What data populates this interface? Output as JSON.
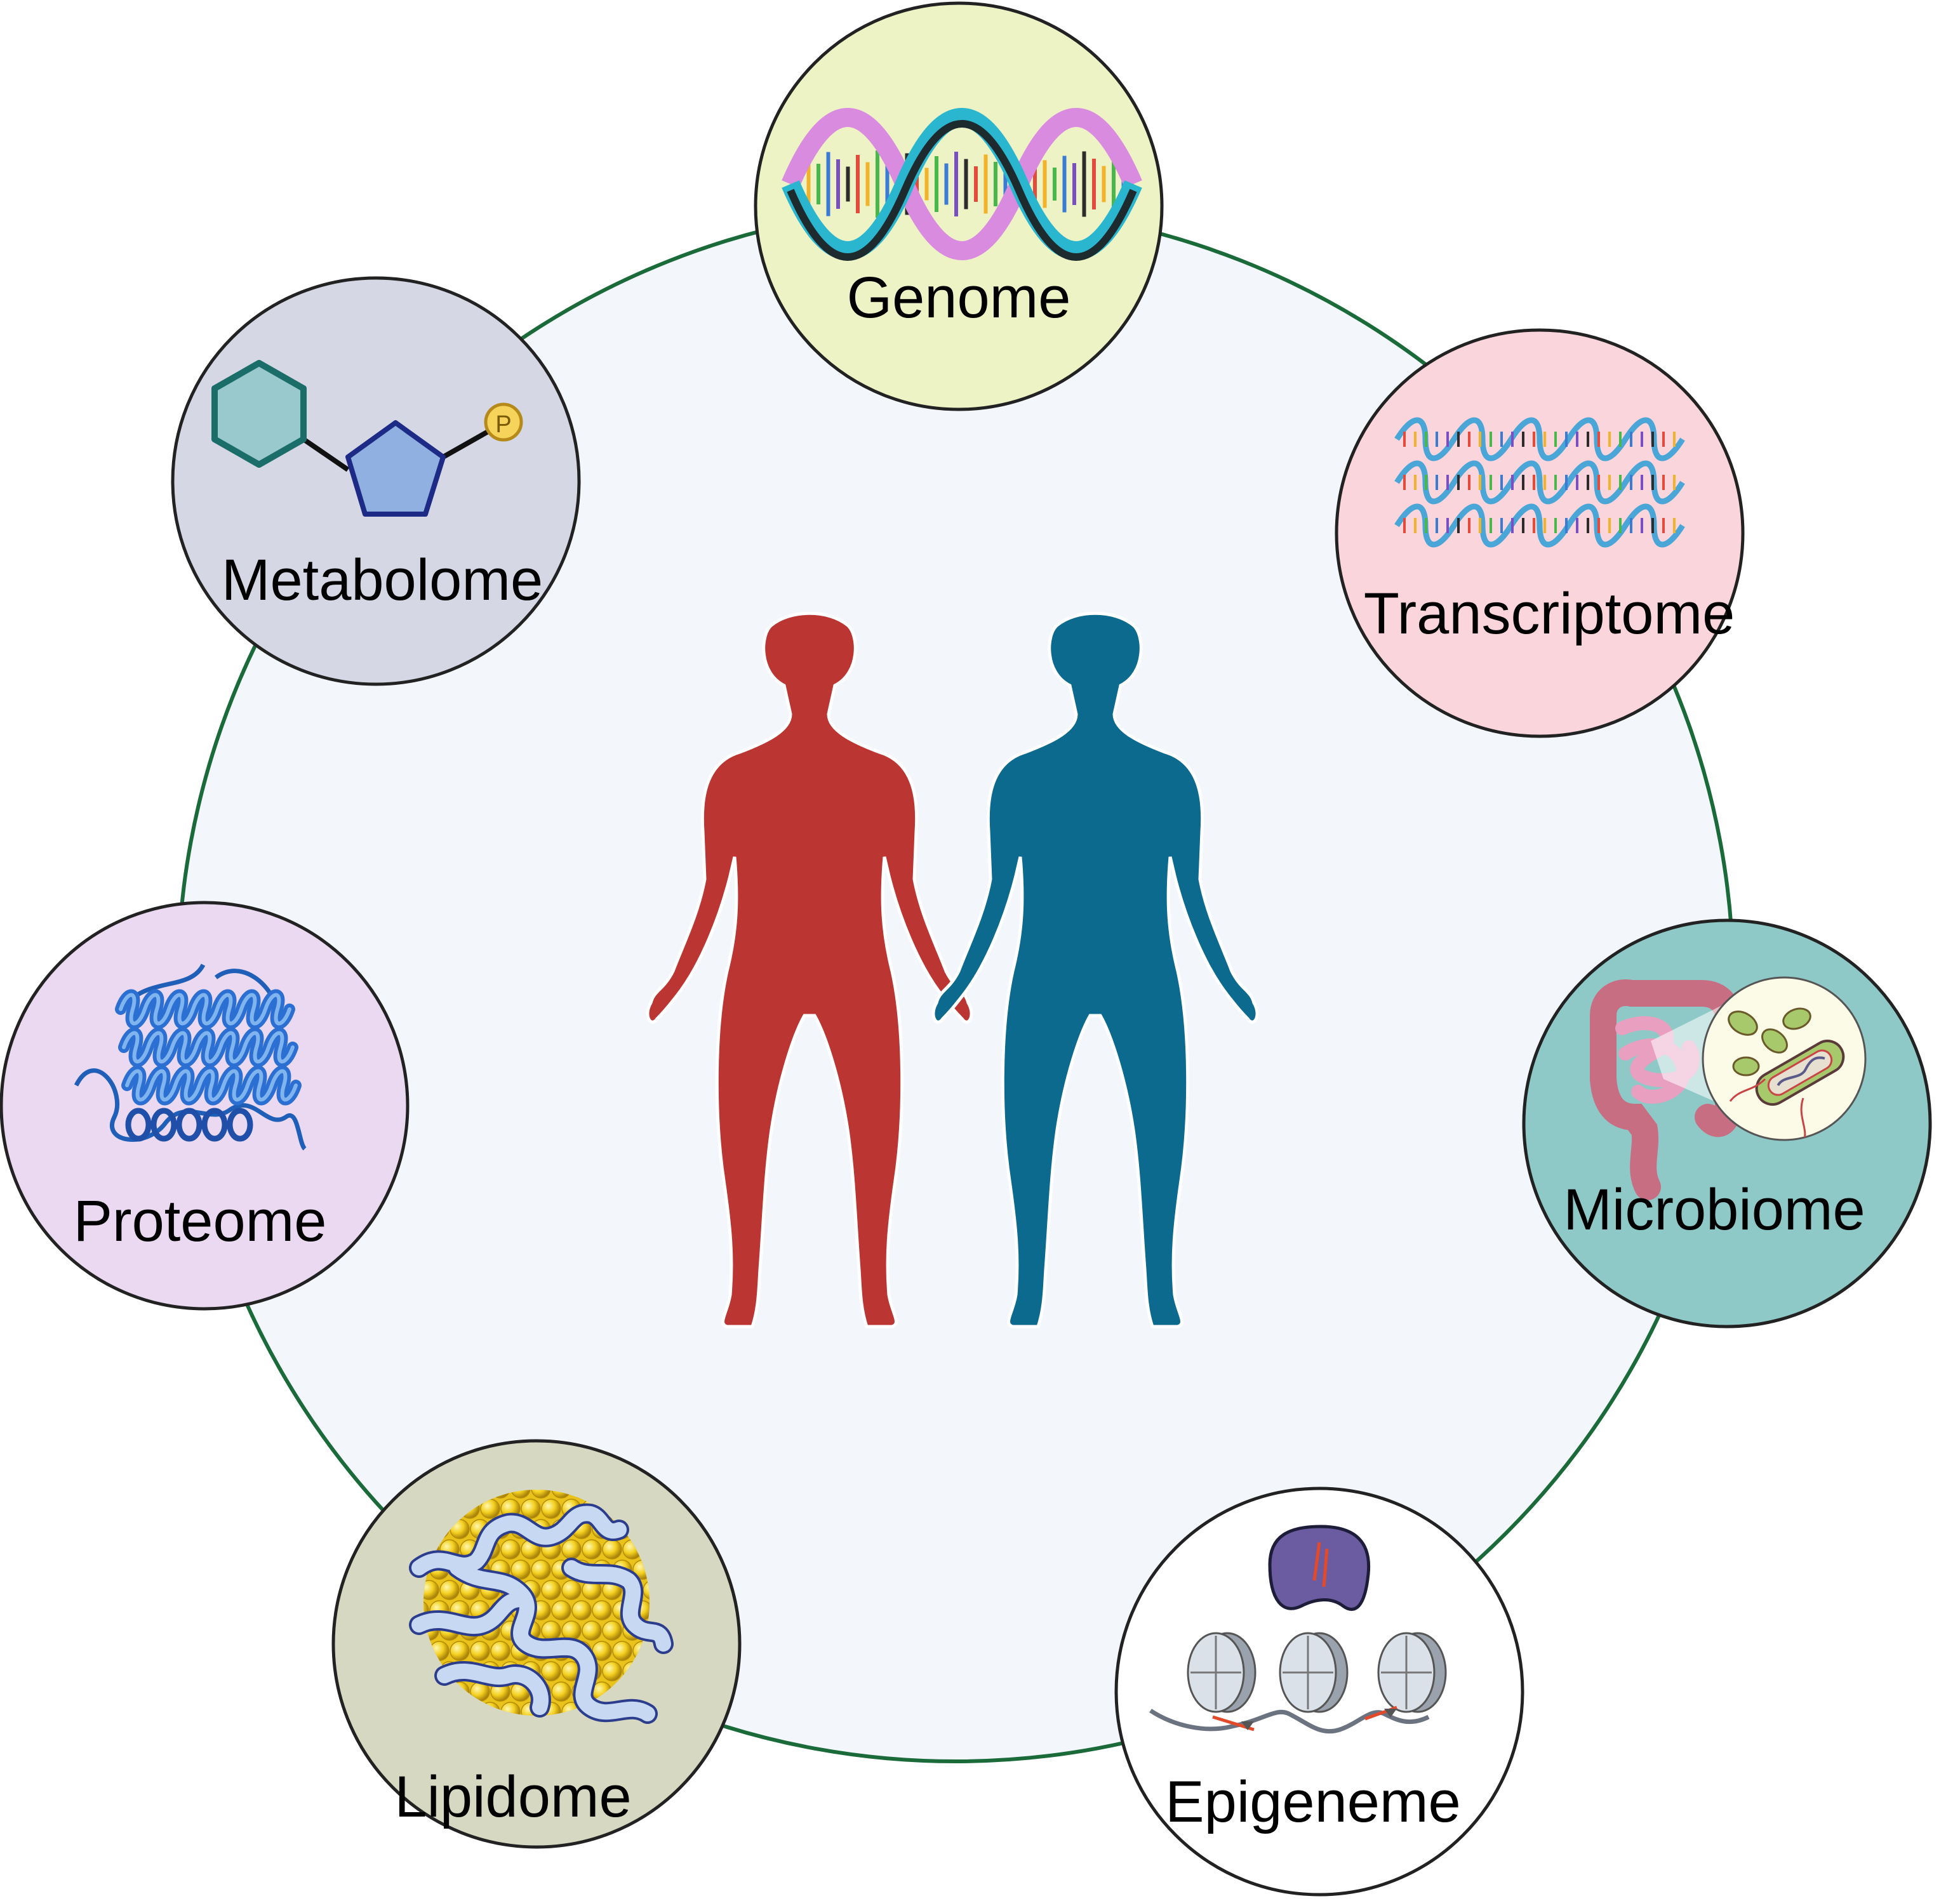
{
  "figure": {
    "background_circle_fill": "#f3f6fb",
    "background_circle_stroke": "#1b6b3a",
    "figures": [
      {
        "id": "female",
        "color": "#bb3632"
      },
      {
        "id": "male",
        "color": "#0c6a8e"
      }
    ]
  },
  "omics": [
    {
      "id": "genome",
      "label": "Genome",
      "fill": "#eef3c6",
      "icon": "dna-double-helix-icon"
    },
    {
      "id": "transcriptome",
      "label": "Transcriptome",
      "fill": "#fbd5dc",
      "icon": "rna-strands-icon"
    },
    {
      "id": "microbiome",
      "label": "Microbiome",
      "fill": "#8ec9c8",
      "icon": "intestine-bacteria-icon"
    },
    {
      "id": "epigeneme",
      "label": "Epigeneme",
      "fill": "#ffffff",
      "icon": "nucleosome-icon"
    },
    {
      "id": "lipidome",
      "label": "Lipidome",
      "fill": "#d6d8c1",
      "icon": "lipoprotein-icon"
    },
    {
      "id": "proteome",
      "label": "Proteome",
      "fill": "#ead9f1",
      "icon": "protein-ribbon-icon"
    },
    {
      "id": "metabolome",
      "label": "Metabolome",
      "fill": "#d5d7e5",
      "icon": "metabolite-molecule-icon"
    }
  ],
  "molecule": {
    "phosphate_label": "P"
  }
}
